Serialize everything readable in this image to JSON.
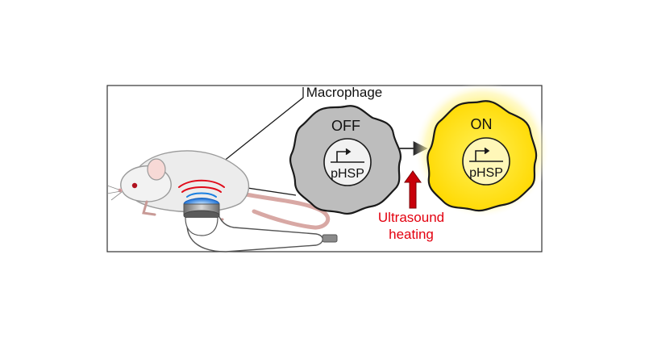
{
  "labels": {
    "macrophage": "Macrophage",
    "off_state": "OFF",
    "on_state": "ON",
    "promoter_off": "pHSP",
    "promoter_on": "pHSP",
    "stimulus_line1": "Ultrasound",
    "stimulus_line2": "heating"
  },
  "colors": {
    "off_cell_fill": "#bdbdbd",
    "on_cell_fill": "#ffe600",
    "on_glow": "#fff27a",
    "nucleus_off": "#f2f2f2",
    "nucleus_on": "#fff7b8",
    "stimulus_text": "#e3000f",
    "stimulus_arrow": "#d0000a",
    "frame": "#333333"
  },
  "icons": {
    "mouse": "mouse-icon",
    "transducer": "ultrasound-transducer-icon",
    "waves": "ultrasound-waves-icon",
    "promoter_arrow": "promoter-arrow-icon"
  }
}
